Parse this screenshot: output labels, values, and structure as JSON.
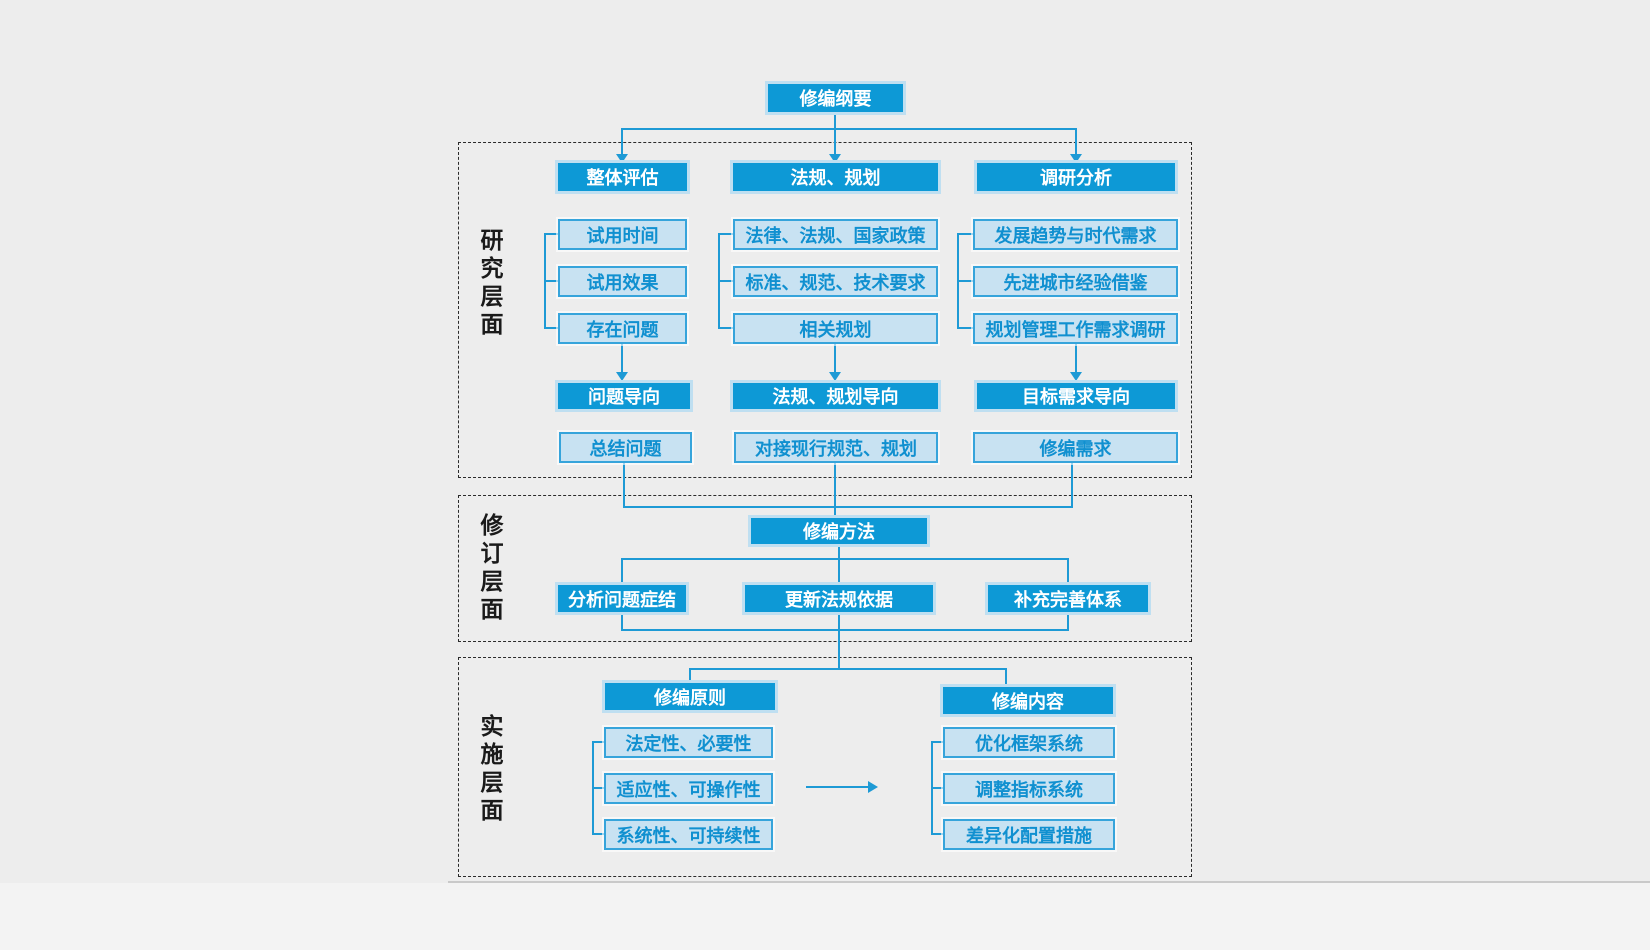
{
  "colors": {
    "canvas_bg": "#ededed",
    "accent_blue": "#0d99d6",
    "light_box_fill": "#c8e2f2",
    "light_box_border": "#36a4db",
    "light_box_text": "#1090d0",
    "connector_line": "#1e9ad5",
    "section_label_text": "#1a1a1a"
  },
  "diagram": {
    "root": "修编纲要",
    "sections": [
      {
        "label": "研究层面",
        "columns": [
          {
            "header": "整体评估",
            "items": [
              "试用时间",
              "试用效果",
              "存在问题"
            ],
            "orientation": "问题导向",
            "output": "总结问题"
          },
          {
            "header": "法规、规划",
            "items": [
              "法律、法规、国家政策",
              "标准、规范、技术要求",
              "相关规划"
            ],
            "orientation": "法规、规划导向",
            "output": "对接现行规范、规划"
          },
          {
            "header": "调研分析",
            "items": [
              "发展趋势与时代需求",
              "先进城市经验借鉴",
              "规划管理工作需求调研"
            ],
            "orientation": "目标需求导向",
            "output": "修编需求"
          }
        ]
      },
      {
        "label": "修订层面",
        "method": "修编方法",
        "branches": [
          "分析问题症结",
          "更新法规依据",
          "补充完善体系"
        ]
      },
      {
        "label": "实施层面",
        "groups": [
          {
            "header": "修编原则",
            "items": [
              "法定性、必要性",
              "适应性、可操作性",
              "系统性、可持续性"
            ]
          },
          {
            "header": "修编内容",
            "items": [
              "优化框架系统",
              "调整指标系统",
              "差异化配置措施"
            ]
          }
        ]
      }
    ]
  }
}
